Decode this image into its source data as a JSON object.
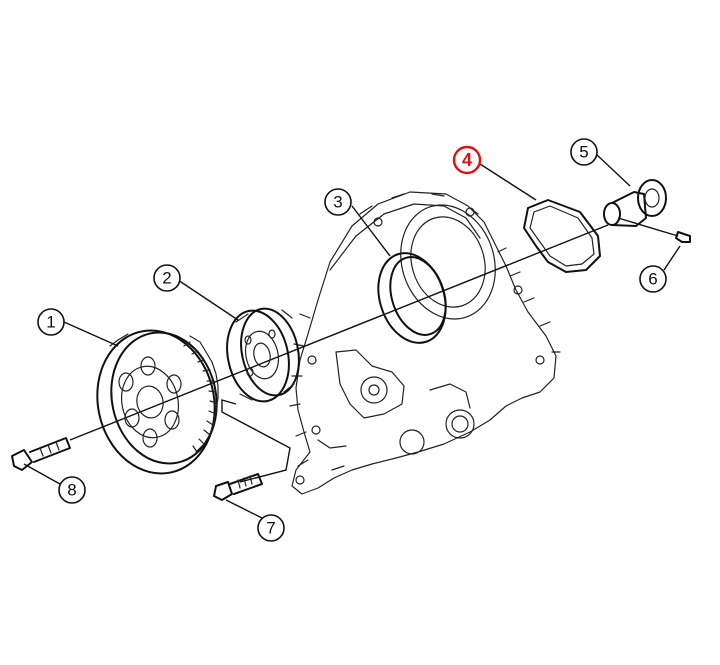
{
  "callouts": [
    {
      "id": "1",
      "label": "1",
      "highlight": false
    },
    {
      "id": "2",
      "label": "2",
      "highlight": false
    },
    {
      "id": "3",
      "label": "3",
      "highlight": false
    },
    {
      "id": "4",
      "label": "4",
      "highlight": true
    },
    {
      "id": "5",
      "label": "5",
      "highlight": false
    },
    {
      "id": "6",
      "label": "6",
      "highlight": false
    },
    {
      "id": "7",
      "label": "7",
      "highlight": false
    },
    {
      "id": "8",
      "label": "8",
      "highlight": false
    }
  ],
  "colors": {
    "line": "#111111",
    "highlight": "#e01010",
    "background": "#ffffff"
  }
}
